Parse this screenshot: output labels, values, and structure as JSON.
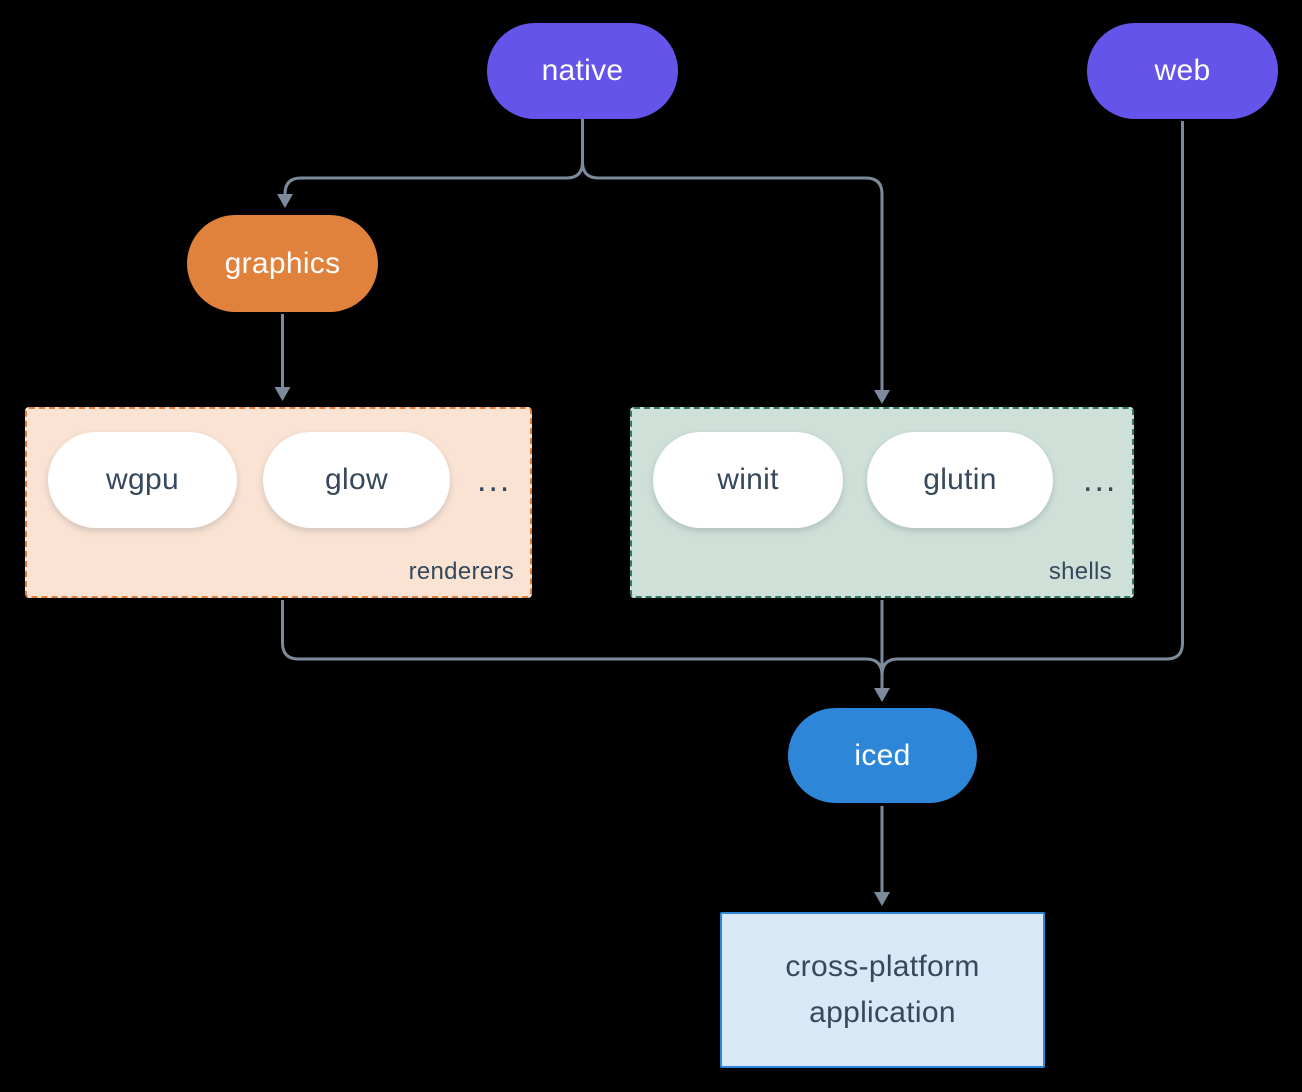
{
  "nodes": {
    "native": "native",
    "web": "web",
    "graphics": "graphics",
    "iced": "iced",
    "application": "cross-platform application"
  },
  "groups": {
    "renderers": {
      "label": "renderers",
      "items": [
        "wgpu",
        "glow"
      ],
      "ellipsis": "..."
    },
    "shells": {
      "label": "shells",
      "items": [
        "winit",
        "glutin"
      ],
      "ellipsis": "..."
    }
  },
  "colors": {
    "bg": "#000000",
    "purple": "#6554e9",
    "orange": "#e0813c",
    "blue": "#2e86d8",
    "peach": "#fae3d3",
    "peach-border": "#e0803a",
    "sage": "#cfe0d8",
    "sage-border": "#2c7c68",
    "app-fill": "#d9e8f7",
    "ink": "#35485c",
    "line": "#7b8b9b",
    "pill-text": "#ffffff",
    "white": "#ffffff"
  }
}
